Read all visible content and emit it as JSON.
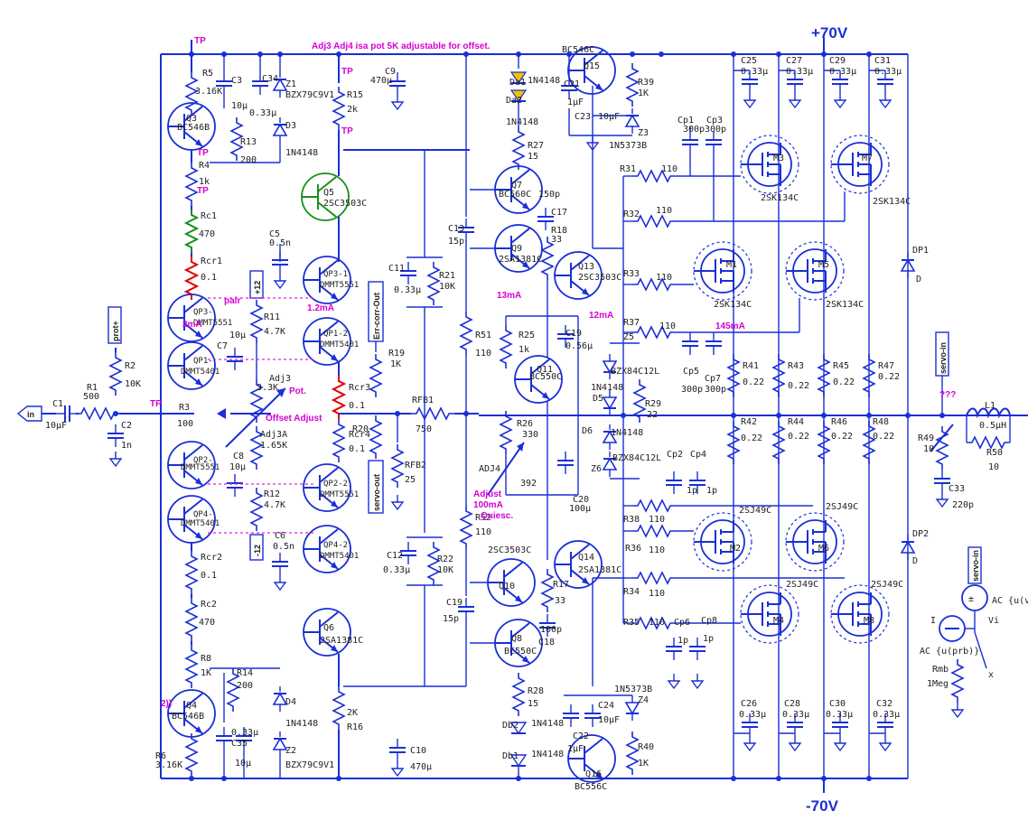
{
  "rails": {
    "pos": "+70V",
    "neg": "-70V"
  },
  "note": "Adj3 Adj4  isa  pot 5K adjustable for offset.",
  "magenta": {
    "tp": "TP",
    "pair": "pair",
    "i12": "1.2mA",
    "i2": "2mA",
    "i13": "13mA",
    "i12b": "12mA",
    "i145": "145mA",
    "pot": "Pot.",
    "offset": "Offset Adjust",
    "adjust": "Adjust",
    "quiesc_a": "100mA",
    "quiesc_b": "Quiesc.",
    "q3x": "???",
    "paren": "2))"
  },
  "flags": {
    "in": "in",
    "prot": "prot+",
    "p12": "+12",
    "m12": "-12",
    "errcorr": "Err-corr-Out",
    "servo_out": "servo-out",
    "servo_in": "servo-in",
    "servo_in2": "servo-in"
  },
  "labels": {
    "r5": "R5",
    "r5v": "3.16K",
    "c3": "C3",
    "c3v": "10µ",
    "c34": "C34",
    "c34v": "0.33µ",
    "z1": "Z1",
    "z1v": "BZX79C9V1",
    "d3": "D3",
    "d3v": "1N4148",
    "r13": "R13",
    "r13v": "200",
    "q3": "Q3",
    "q3v": "BC546B",
    "r15": "R15",
    "r15v": "2k",
    "c9": "C9",
    "c9v": "470µ",
    "r4": "R4",
    "r4v": "1k",
    "q5": "Q5",
    "q5v": "2SC3503C",
    "rc1": "Rc1",
    "rc1v": "470",
    "c5": "C5",
    "c5v": "0.5n",
    "rcr1": "Rcr1",
    "rcr1v": "0.1",
    "qp31": "QP3-1",
    "qp31v": "DMMT5551",
    "qp3": "QP3-",
    "qp3v": "DMMT5551",
    "qp1": "QP1-",
    "qp1v": "DMMT5401",
    "qp12": "QP1-2",
    "qp12v": "DMMT5401",
    "r11": "R11",
    "r11v": "4.7K",
    "c7": "C7",
    "c7v": "10µ",
    "adj3": "Adj3",
    "adj3v": "3.3K",
    "r19": "R19",
    "r19v": "1K",
    "rcr3": "Rcr3",
    "rcr3v": "0.1",
    "rcr4": "Rcr4",
    "rcr4v": "0.1",
    "r20": "R20",
    "rfb1": "RFB1",
    "rfb1v": "750",
    "rfb2": "RFB2",
    "rfb2v": "25",
    "r1": "R1",
    "r1v": "500",
    "r2": "R2",
    "r2v": "10K",
    "c1": "C1",
    "c1v": "10µF",
    "c2": "C2",
    "c2v": "1n",
    "r3": "R3",
    "r3v": "100",
    "adj3a": "Adj3A",
    "adj3av": "1.65K",
    "c8": "C8",
    "c8v": "10µ",
    "r12": "R12",
    "r12v": "4.7K",
    "c6": "C6",
    "c6v": "0.5n",
    "qp2": "QP2-",
    "qp2v": "DMMT5551",
    "qp22": "QP2-2",
    "qp22v": "DMMT5551",
    "qp4": "QP4-",
    "qp4v": "DMMT5401",
    "qp42": "QP4-2",
    "qp42v": "DMMT5401",
    "rcr2": "Rcr2",
    "rcr2v": "0.1",
    "rc2": "Rc2",
    "rc2v": "470",
    "r8": "R8",
    "r8v": "1K",
    "q6": "Q6",
    "q6v": "2SA1381C",
    "r14": "R14",
    "r14v": "200",
    "q4": "Q4",
    "q4v": "BC546B",
    "r6": "R6",
    "r6v": "3.16K",
    "c35": "C35",
    "c35v": "0.33µ",
    "c4": "C4",
    "c4v": "10µ",
    "d4": "D4",
    "d4v": "1N4148",
    "z2": "Z2",
    "z2v": "BZX79C9V1",
    "r16": "R16",
    "r16v": "2K",
    "c10": "C10",
    "c10v": "470µ",
    "c11": "C11",
    "c11v": "0.33µ",
    "r21": "R21",
    "r21v": "10K",
    "c12": "C12",
    "c12v": "0.33µ",
    "r22": "R22",
    "r22v": "10K",
    "c13": "C13",
    "c13v": "15p",
    "c19": "C19",
    "c19v": "15p",
    "r51": "R51",
    "r51v": "110",
    "r52": "R52",
    "r52v": "110",
    "da1": "Da1",
    "da1v": "1N4148",
    "da2": "Da2",
    "db1": "Db1",
    "db1v": "1N4148",
    "db2": "Db2",
    "db2v": "1N4148",
    "bc546c": "BC546C",
    "q15": "Q15",
    "c21": "C21",
    "c21v": "1µF",
    "c23": "C23",
    "c23v": "10µF",
    "r39": "R39",
    "r39v": "1K",
    "z3": "Z3",
    "z3v": "1N5373B",
    "r27": "R27",
    "r27v": "15",
    "q7": "Q7",
    "q7v": "BC560C",
    "c15": "C15",
    "c15v": "150p",
    "c17": "C17",
    "q9": "Q9",
    "q9v": "2SA1381C",
    "r18": "R18",
    "r18v": "33",
    "q13": "Q13",
    "q13v": "2SC3503C",
    "r25": "R25",
    "r25v": "1k",
    "c19b": "C19",
    "c19bv": "0.56µ",
    "q11": "Q11",
    "q11v": "BC550C",
    "r26": "R26",
    "r26v": "330",
    "adj4": "ADJ4",
    "adj4v": "392",
    "c20": "C20",
    "c20v": "100µ",
    "z5": "Z5",
    "z5v": "BZX84C12L",
    "z6": "Z6",
    "z6v": "BZX84C12L",
    "d5": "D5",
    "d5v": "1N4148",
    "d6": "D6",
    "d6v": "1N4148",
    "r29": "R29",
    "r29v": "22",
    "q10": "Q10",
    "q10v": "2SC3503C",
    "q14": "Q14",
    "q14v": "2SA1381C",
    "r17": "R17",
    "r17v": "33",
    "c18": "C18",
    "c18v": "100p",
    "q8": "Q8",
    "q8v": "BC550C",
    "r28": "R28",
    "r28v": "15",
    "z4": "Z4",
    "z4v": "1N5373B",
    "c24": "C24",
    "c24v": "10µF",
    "c22": "C22",
    "c22v": "1µF",
    "r40": "R40",
    "r40v": "1K",
    "q16": "Q16",
    "q16v": "BC556C",
    "r31": "R31",
    "r31v": "110",
    "r32": "R32",
    "r32v": "110",
    "r33": "R33",
    "r33v": "110",
    "r37": "R37",
    "r37v": "110",
    "cp1": "Cp1",
    "cp1v": "300p",
    "cp3": "Cp3",
    "cp3v": "300p",
    "cp5": "Cp5",
    "cp5v": "300p",
    "cp7": "Cp7",
    "cp7v": "300p",
    "m3": "M3",
    "m7": "M7",
    "m1": "M1",
    "m5": "M5",
    "nmosv": "2SK134C",
    "r38": "R38",
    "r38v": "110",
    "r36": "R36",
    "r36v": "110",
    "r34": "R34",
    "r34v": "110",
    "r35": "R35",
    "r35v": "110",
    "cp2": "Cp2",
    "cp4": "Cp4",
    "cp6": "Cp6",
    "cp8": "Cp8",
    "cpv": "1p",
    "m2": "M2",
    "m6": "M6",
    "m4": "M4",
    "m8": "M8",
    "pmosv": "2SJ49C",
    "r41": "R41",
    "r43": "R43",
    "r45": "R45",
    "r47": "R47",
    "r42": "R42",
    "r44": "R44",
    "r46": "R46",
    "r48": "R48",
    "rsv": "0.22",
    "c25": "C25",
    "c27": "C27",
    "c29": "C29",
    "c31": "C31",
    "c26": "C26",
    "c28": "C28",
    "c30": "C30",
    "c32": "C32",
    "ccv": "0.33µ",
    "dp1": "DP1",
    "dp2": "DP2",
    "dpv": "D",
    "r49": "R49",
    "r49v": "10",
    "c33": "C33",
    "c33v": "220p",
    "l1": "L1",
    "l1v": "0.5µH",
    "r50": "R50",
    "r50v": "10",
    "acv": "AC {u(v",
    "vi": "Vi",
    "i1": "I",
    "aci": "AC {u(prb)}",
    "rmb": "Rmb",
    "rmbv": "1Meg",
    "x": "x"
  }
}
